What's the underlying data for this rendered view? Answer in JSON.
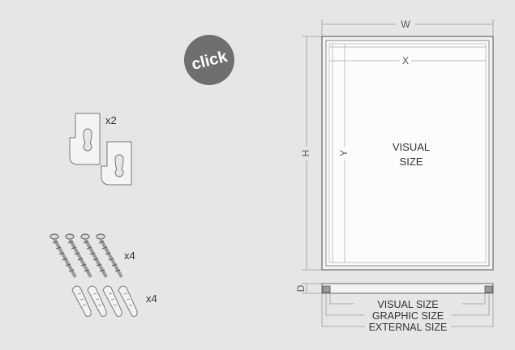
{
  "click_badge": {
    "label": "click"
  },
  "hardware": {
    "hooks_qty": "x2",
    "screws_qty": "x4",
    "plugs_qty": "x4"
  },
  "frame": {
    "width_label": "W",
    "height_label": "H",
    "graphic_width_label": "X",
    "graphic_height_label": "Y",
    "visual_line1": "VISUAL",
    "visual_line2": "SIZE",
    "depth_label": "D"
  },
  "profile_dimensions": {
    "visual_size": "VISUAL SIZE",
    "graphic_size": "GRAPHIC SIZE",
    "external_size": "EXTERNAL SIZE"
  }
}
